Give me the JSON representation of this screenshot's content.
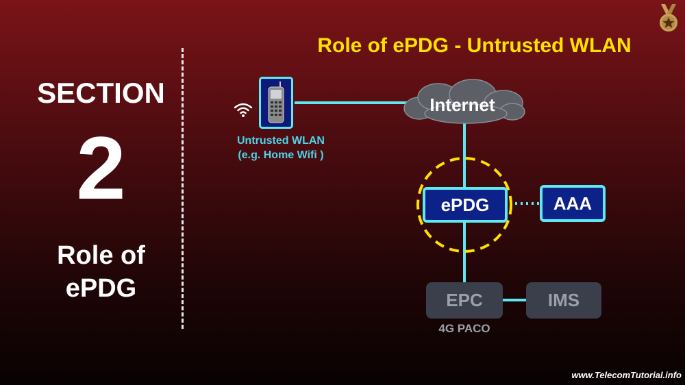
{
  "section": {
    "label": "SECTION",
    "number": "2",
    "caption_line1": "Role of",
    "caption_line2": "ePDG"
  },
  "title": "Role of ePDG - Untrusted WLAN",
  "wlan": {
    "label_line1": "Untrusted WLAN",
    "label_line2": "(e.g. Home Wifi )"
  },
  "nodes": {
    "internet": "Internet",
    "epdg": "ePDG",
    "aaa": "AAA",
    "epc": "EPC",
    "epc_sub": "4G PACO",
    "ims": "IMS"
  },
  "footer": "www.TelecomTutorial.info",
  "icons": {
    "phone": "mobile-phone-icon",
    "wifi": "wifi-icon",
    "medal": "medal-icon"
  },
  "colors": {
    "title": "#ffe000",
    "accent_cyan": "#5ee9f2",
    "node_blue": "#0d2288",
    "node_gray": "#3a3f4b",
    "highlight_circle": "#ffe000"
  }
}
